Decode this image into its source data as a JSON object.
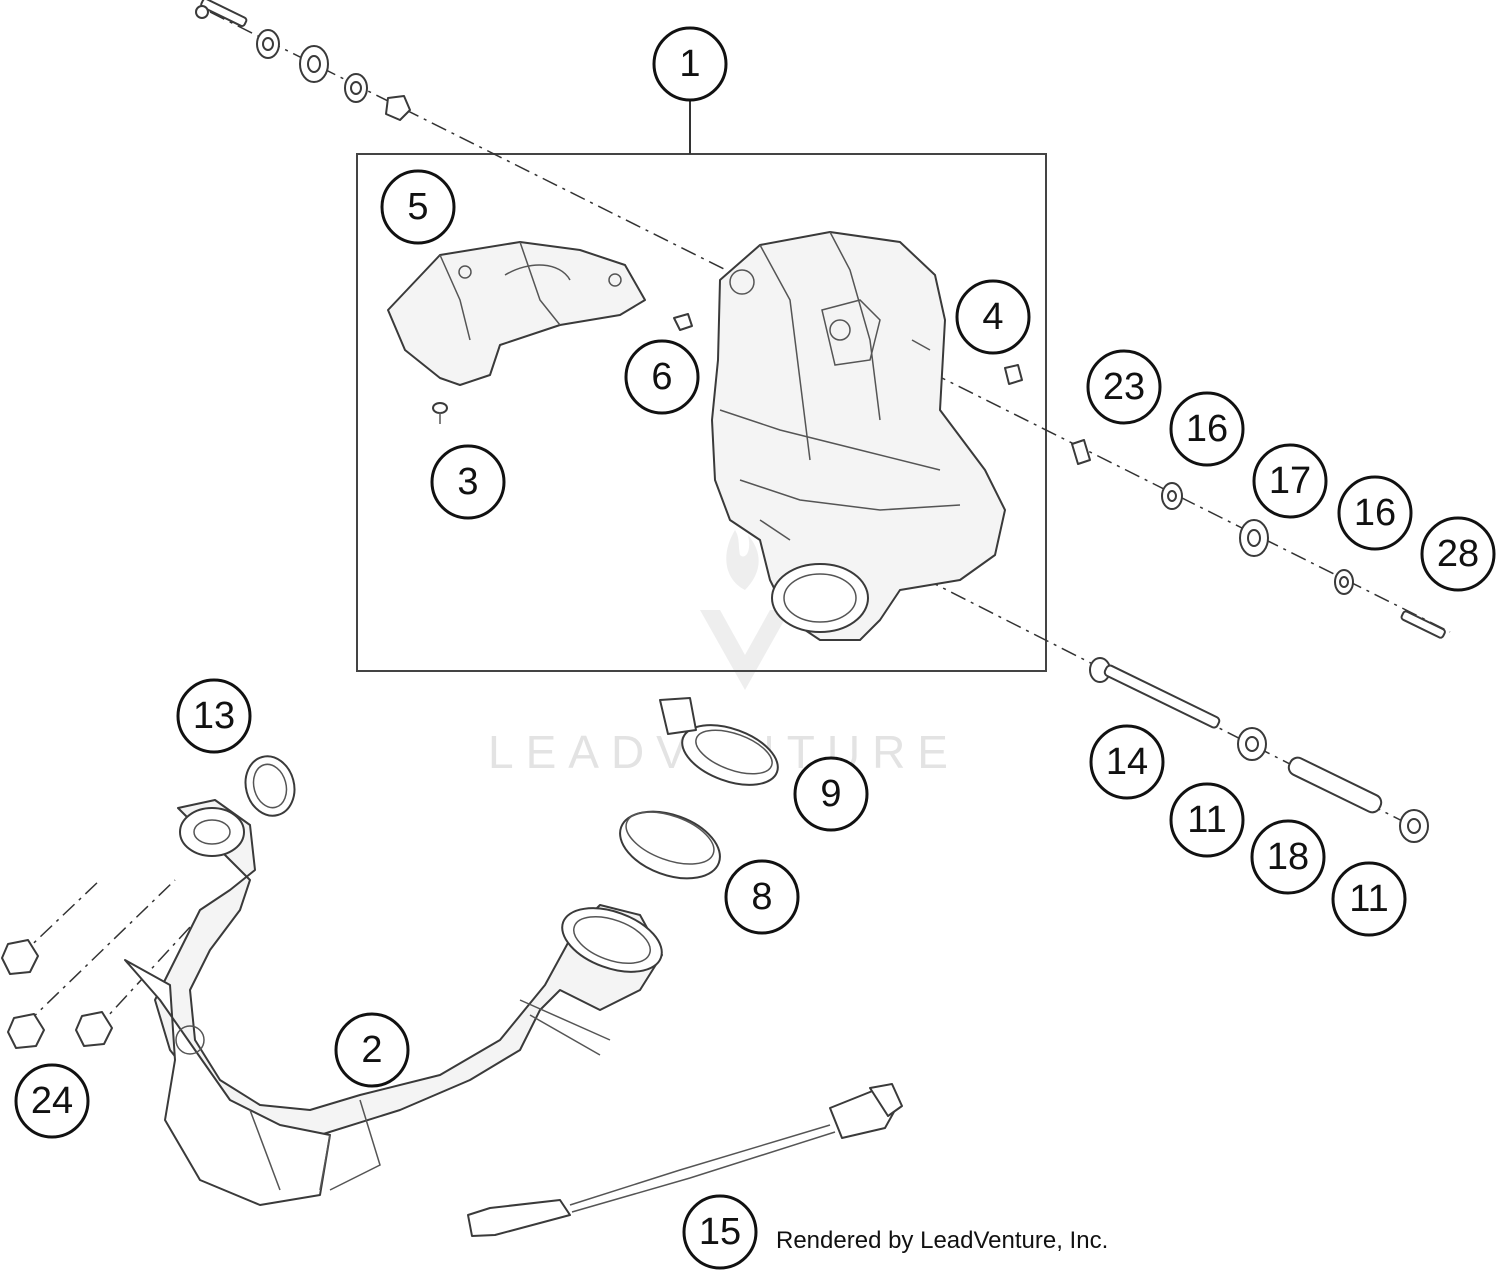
{
  "diagram": {
    "callouts": [
      {
        "id": "1",
        "label": "1"
      },
      {
        "id": "5",
        "label": "5"
      },
      {
        "id": "4",
        "label": "4"
      },
      {
        "id": "6",
        "label": "6"
      },
      {
        "id": "3",
        "label": "3"
      },
      {
        "id": "23",
        "label": "23"
      },
      {
        "id": "16a",
        "label": "16"
      },
      {
        "id": "17",
        "label": "17"
      },
      {
        "id": "16b",
        "label": "16"
      },
      {
        "id": "28",
        "label": "28"
      },
      {
        "id": "13",
        "label": "13"
      },
      {
        "id": "9",
        "label": "9"
      },
      {
        "id": "14",
        "label": "14"
      },
      {
        "id": "11a",
        "label": "11"
      },
      {
        "id": "18",
        "label": "18"
      },
      {
        "id": "11b",
        "label": "11"
      },
      {
        "id": "8",
        "label": "8"
      },
      {
        "id": "2",
        "label": "2"
      },
      {
        "id": "24",
        "label": "24"
      },
      {
        "id": "15",
        "label": "15"
      }
    ],
    "watermark": "LEADVENTURE",
    "footer": "Rendered by LeadVenture, Inc."
  }
}
